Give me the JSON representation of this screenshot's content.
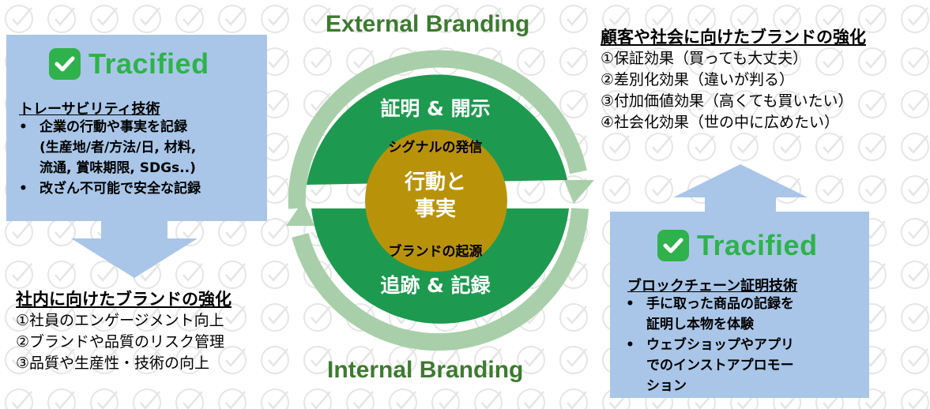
{
  "colors": {
    "box_blue": "#a9c6e8",
    "brand_green": "#2fb24c",
    "circle_green": "#1e9a50",
    "ring_light_green": "#a8cfa9",
    "core_gold": "#b8930a",
    "branding_text": "#3d7a30"
  },
  "left_panel": {
    "logo_text": "Tracified",
    "tech_title": "トレーサビリティ技術",
    "bullets": [
      "企業の行動や事実を記録",
      "(生産地/者/方法/日, 材料,",
      "流通, 賞味期限, SDGs..)",
      "改ざん不可能で安全な記録"
    ]
  },
  "internal": {
    "heading": "社内に向けたブランドの強化",
    "items": [
      "①社員のエンゲージメント向上",
      "②ブランドや品質のリスク管理",
      "③品質や生産性・技術の向上"
    ]
  },
  "cycle": {
    "external_label": "External Branding",
    "internal_label": "Internal Branding",
    "top_title": "証明 & 開示",
    "top_sub": "シグナルの発信",
    "core_line1": "行動と",
    "core_line2": "事実",
    "bottom_sub": "ブランドの起源",
    "bottom_title": "追跡 & 記録"
  },
  "external": {
    "heading": "顧客や社会に向けたブランドの強化",
    "items": [
      "①保証効果（買っても大丈夫）",
      "②差別化効果（違いが判る）",
      "③付加価値効果（高くても買いたい）",
      "④社会化効果（世の中に広めたい）"
    ]
  },
  "right_panel": {
    "logo_text": "Tracified",
    "tech_title": "ブロックチェーン証明技術",
    "bullet1_line1": "手に取った商品の記録を",
    "bullet1_line2": "証明し本物を体験",
    "bullet2_line1": "ウェブショップやアプリ",
    "bullet2_line2": "でのインストアプロモー",
    "bullet2_line3": "ション"
  }
}
